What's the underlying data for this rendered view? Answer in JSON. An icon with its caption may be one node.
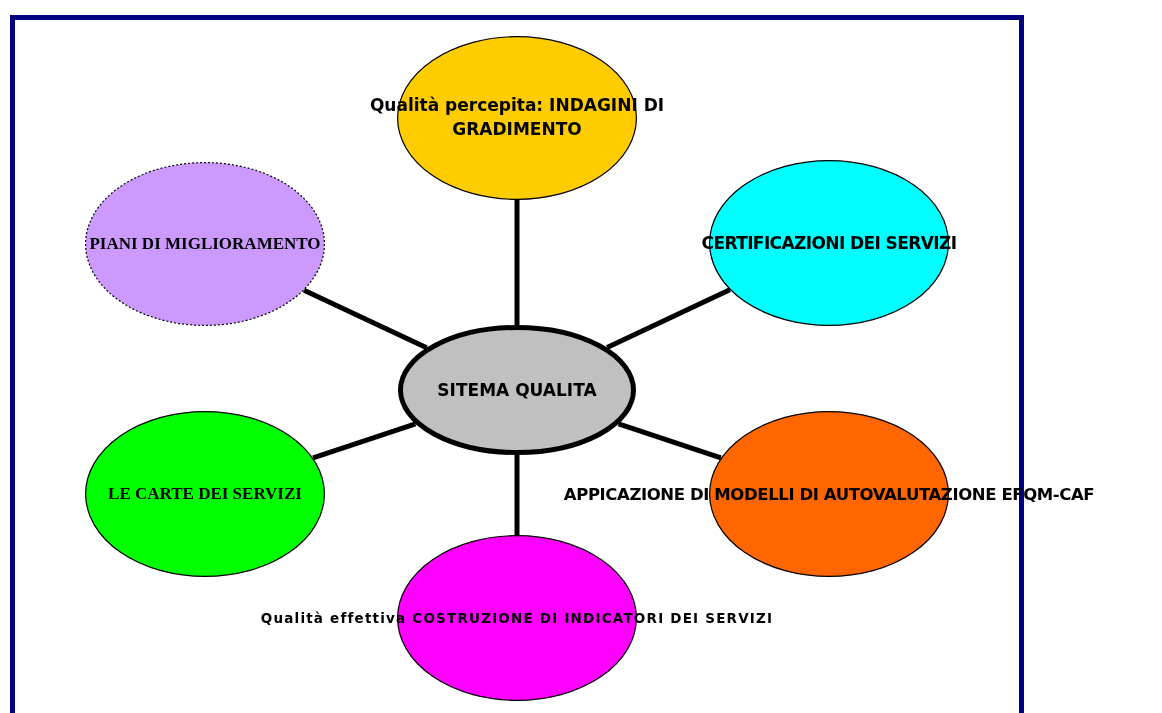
{
  "diagram": {
    "nodes": [
      {
        "text": [
          "Qualità percepita: INDAGINI DI GRADIMENTO"
        ]
      },
      {
        "text": [
          "PIANI DI MIGLIORAMENTO"
        ]
      },
      {
        "text": [
          "CERTIFICAZIONI DEI SERVIZI"
        ]
      },
      {
        "text": [
          "SITEMA QUALITA"
        ]
      },
      {
        "text": [
          "LE CARTE DEI SERVIZI"
        ]
      },
      {
        "text": [
          "APPICAZIONE DI MODELLI DI AUTOVALUTAZIONE EFQM-CAF"
        ]
      },
      {
        "text": [
          "Qualità effettiva COSTRUZIONE DI INDICATORI DEI SERVIZI"
        ]
      }
    ],
    "edges": [
      {
        "from": 3,
        "to": 0,
        "arrow": "none"
      },
      {
        "from": 3,
        "to": 1,
        "arrow": "none"
      },
      {
        "from": 3,
        "to": 2,
        "arrow": "none"
      },
      {
        "from": 3,
        "to": 4,
        "arrow": "none"
      },
      {
        "from": 3,
        "to": 5,
        "arrow": "none"
      },
      {
        "from": 3,
        "to": 6,
        "arrow": "none"
      }
    ]
  }
}
